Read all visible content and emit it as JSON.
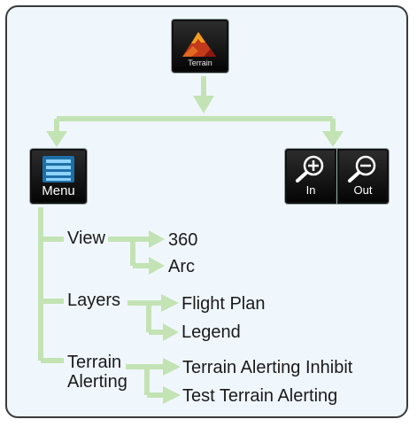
{
  "buttons": {
    "terrain_label": "Terrain",
    "menu_label": "Menu",
    "zoom_in_label": "In",
    "zoom_out_label": "Out"
  },
  "menu_tree": {
    "view": {
      "label": "View",
      "options": [
        "360",
        "Arc"
      ]
    },
    "layers": {
      "label": "Layers",
      "options": [
        "Flight Plan",
        "Legend"
      ]
    },
    "terrain_alerting": {
      "label_line1": "Terrain",
      "label_line2": "Alerting",
      "options": [
        "Terrain Alerting Inhibit",
        "Test Terrain Alerting"
      ]
    }
  },
  "colors": {
    "arrow": "#c3e3b4",
    "panel_bg": "#f0f7fc",
    "button_bg": "#0d0d0d",
    "menu_icon": "#3aa7e0"
  }
}
